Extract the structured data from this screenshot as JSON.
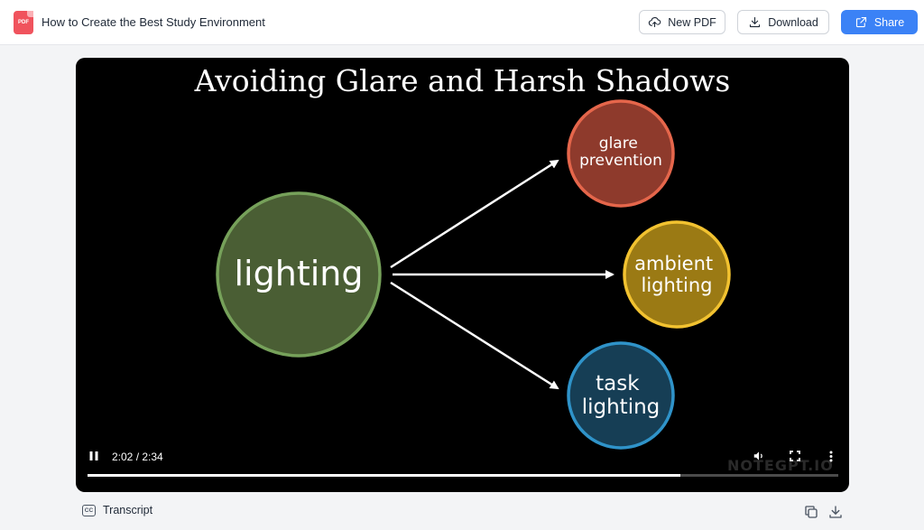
{
  "header": {
    "logo_text": "PDF",
    "doc_title": "How to Create the Best Study Environment",
    "new_pdf_label": "New PDF",
    "download_label": "Download",
    "share_label": "Share"
  },
  "video": {
    "slide_title": "Avoiding Glare and Harsh Shadows",
    "diagram": {
      "center": {
        "label": "lighting",
        "fill": "#4a5e34",
        "stroke": "#76a15a"
      },
      "nodes": [
        {
          "lines": [
            "glare",
            "prevention"
          ],
          "fill": "#8e3a2c",
          "stroke": "#e5664b"
        },
        {
          "lines": [
            "ambient",
            "lighting"
          ],
          "fill": "#9b7a14",
          "stroke": "#f2c230"
        },
        {
          "lines": [
            "task",
            "lighting"
          ],
          "fill": "#163e55",
          "stroke": "#2f93c9"
        }
      ]
    },
    "time_display": "2:02 / 2:34",
    "progress": 0.79,
    "watermark": "NOTEGPT.IO"
  },
  "footer": {
    "transcript_label": "Transcript",
    "cc_text": "CC"
  },
  "colors": {
    "accent": "#3b82f6",
    "logo": "#f0535d"
  }
}
